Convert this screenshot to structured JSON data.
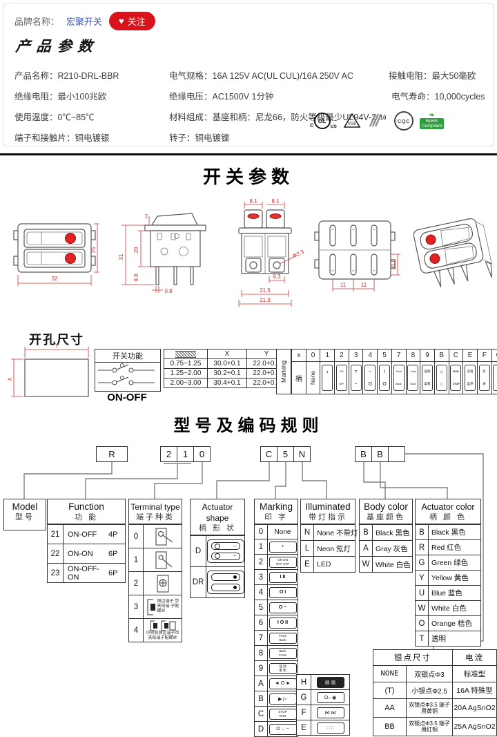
{
  "brand_bar": {
    "label": "品牌名称：",
    "brand": "宏聚开关",
    "heart_icon": "♥",
    "follow_label": "关注"
  },
  "product_params": {
    "title": "产品参数",
    "name_label": "产品名称：",
    "name_value": "R210-DRL-BBR",
    "elec_label": "电气规格：",
    "elec_value": "16A  125V  AC(UL CUL)/16A 250V  AC",
    "contact_label": "接触电阻：",
    "contact_value": "最大50毫欧",
    "ins_res_label": "绝缘电阻：",
    "ins_res_value": "最小100兆欧",
    "ins_volt_label": "绝缘电压：",
    "ins_volt_value": "AC1500V 1分钟",
    "life_label": "电气寿命：",
    "life_value": "10,000cycles",
    "temp_label": "使用温度：",
    "temp_value": "0℃~85℃",
    "material_label": "材料组成：",
    "material_value": "基座和柄：尼龙66，防火等级最少UL94V-2",
    "terminal_label": "端子和接触片：",
    "terminal_value": "铜电镀银",
    "rotor_label": "转子：",
    "rotor_value": "铜电镀镍",
    "certs": {
      "ul_c": "c",
      "ul": "UL",
      "ul_us": "us",
      "vde": "VDE",
      "ek": "10",
      "cqc": "CQC",
      "rohs": "RoHS",
      "rohs_sub": "Compliant",
      "leaf_icon": "❧"
    }
  },
  "switch_section": {
    "title": "开关参数",
    "front_view": {
      "dim_width": "32",
      "dim_height": "25"
    },
    "side_view": {
      "dim_top": "2",
      "dim_body": "20",
      "dim_total": "31",
      "dim_pin": "9.8",
      "dim_foot": "0.8"
    },
    "front2_view": {
      "dim_l": "8.1",
      "dim_r": "8.1",
      "dim_hole": "Φ2.3",
      "dim_c": "6.3",
      "dim_w1": "21.5",
      "dim_w2": "21.9"
    },
    "bottom_view": {
      "dim_1": "11",
      "dim_2": "11",
      "dim_h": "10.8"
    }
  },
  "hole_section": {
    "title": "开孔尺寸",
    "dim_x": "X",
    "dim_y": "Y",
    "function_box": {
      "title": "开关功能",
      "label": "ON-OFF"
    },
    "xy_table": {
      "head_x": "X",
      "head_y": "Y",
      "rows": [
        [
          "0.75~1.25",
          "30.0+0.1",
          "22.0+0.1"
        ],
        [
          "1.25~2.00",
          "30.2+0.1",
          "22.0+0.1"
        ],
        [
          "2.00~3.00",
          "30.4+0.1",
          "22.0+0.1"
        ]
      ]
    },
    "marking_label": "Marking",
    "marking_table": {
      "cols": [
        {
          "head": "x",
          "text": "柄"
        },
        {
          "head": "0",
          "text": "None"
        },
        {
          "head": "1",
          "top": "•",
          "bottom": ""
        },
        {
          "head": "2",
          "top": "ON",
          "bottom": "OFF"
        },
        {
          "head": "3",
          "top": "=",
          "bottom": "−"
        },
        {
          "head": "4",
          "top": "−",
          "bottom": "O"
        },
        {
          "head": "5",
          "top": "I",
          "bottom": "O"
        },
        {
          "head": "7",
          "top": "Front",
          "bottom": "Back"
        },
        {
          "head": "8",
          "top": "Front",
          "bottom": "Back"
        },
        {
          "head": "9",
          "top": "强劲",
          "bottom": "柔和"
        },
        {
          "head": "B",
          "top": "⌂",
          "bottom": "⌂"
        },
        {
          "head": "C",
          "top": "RUN",
          "bottom": "STOP"
        },
        {
          "head": "E",
          "top": "充电",
          "bottom": "蓝牙"
        },
        {
          "head": "F",
          "top": "开",
          "bottom": "关"
        },
        {
          "head": "G",
          "top": "◉",
          "bottom": "Ó"
        }
      ]
    }
  },
  "coding": {
    "title": "型号及编码规则",
    "code_boxes": {
      "b1": [
        "R"
      ],
      "b2": [
        "2",
        "1",
        "0"
      ],
      "b3": [
        "C",
        "5",
        "N"
      ],
      "b4": [
        "B",
        "B",
        ""
      ]
    },
    "model": {
      "en": "Model",
      "cn": "型号"
    },
    "function": {
      "en": "Function",
      "cn": "功 能",
      "rows": [
        {
          "code": "21",
          "name": "ON-OFF",
          "poles": "4P"
        },
        {
          "code": "22",
          "name": "ON-ON",
          "poles": "6P"
        },
        {
          "code": "23",
          "name": "ON-OFF-ON",
          "poles": "6P"
        }
      ]
    },
    "terminal": {
      "en": "Terminal type",
      "cn": "端子种类",
      "rows": [
        {
          "code": "0",
          "note": ""
        },
        {
          "code": "1",
          "note": ""
        },
        {
          "code": "2",
          "note": ""
        },
        {
          "code": "3",
          "note": "侧边端子 带夹线端 子配螺丝"
        },
        {
          "code": "4",
          "note": "中间和侧边端子带 夹线端子配螺丝"
        }
      ]
    },
    "shape": {
      "en": "Actuator shape",
      "cn": "柄 形 状",
      "rows": [
        {
          "code": "D"
        },
        {
          "code": "DR"
        }
      ]
    },
    "marking": {
      "en": "Marking",
      "cn": "印 字",
      "rows": [
        {
          "code": "0",
          "a": "None",
          "b": ""
        },
        {
          "code": "1",
          "a": "•",
          "b": ""
        },
        {
          "code": "2",
          "a": "ON ON",
          "b": "OFF OFF"
        },
        {
          "code": "3",
          "a": "I  II",
          "b": ""
        },
        {
          "code": "4",
          "a": "O  I",
          "b": ""
        },
        {
          "code": "5",
          "a": "O −",
          "b": ""
        },
        {
          "code": "6",
          "a": "I O II",
          "b": ""
        },
        {
          "code": "7",
          "a": "Front",
          "b": "Back"
        },
        {
          "code": "8",
          "a": "Back",
          "b": "Front"
        },
        {
          "code": "9",
          "a": "强 劲",
          "b": "柔 和"
        },
        {
          "code": "A",
          "a": "◄ O ►",
          "b": ""
        },
        {
          "code": "B",
          "a": "▶ ▷",
          "b": ""
        },
        {
          "code": "C",
          "a": "STOP",
          "b": "RUN"
        },
        {
          "code": "D",
          "a": "O ←−",
          "b": ""
        }
      ],
      "extra_rows": [
        {
          "code": "H",
          "a": "▤ ▥"
        },
        {
          "code": "G",
          "a": "O– ◉"
        },
        {
          "code": "F",
          "a": "⋈ ⋈"
        },
        {
          "code": "E",
          "a": "∷ ∷"
        }
      ]
    },
    "illuminated": {
      "en": "Illuminated",
      "cn": "带灯指示",
      "rows": [
        {
          "code": "N",
          "name": "None 不带灯"
        },
        {
          "code": "L",
          "name": "Neon 氖灯"
        },
        {
          "code": "E",
          "name": "LED"
        }
      ]
    },
    "body_color": {
      "en": "Body color",
      "cn": "基座颜色",
      "rows": [
        {
          "code": "B",
          "name": "Black 黑色"
        },
        {
          "code": "A",
          "name": "Gray 灰色"
        },
        {
          "code": "W",
          "name": "White 白色"
        }
      ]
    },
    "actuator_color": {
      "en": "Actuator color",
      "cn": "柄 颜 色",
      "rows": [
        {
          "code": "B",
          "name": "Black 黑色"
        },
        {
          "code": "R",
          "name": "Red  红色"
        },
        {
          "code": "G",
          "name": "Green 绿色"
        },
        {
          "code": "Y",
          "name": "Yellow 黄色"
        },
        {
          "code": "U",
          "name": "Blue 蓝色"
        },
        {
          "code": "W",
          "name": "White 白色"
        },
        {
          "code": "O",
          "name": "Orange 桔色"
        },
        {
          "code": "T",
          "name": "透明"
        }
      ]
    },
    "silver_table": {
      "h1": "银点尺寸",
      "h2": "电流",
      "rows": [
        {
          "code": "NONE",
          "desc": "双银点Φ3",
          "current": "标准型",
          "small": false
        },
        {
          "code": "(T)",
          "desc": "小银点Φ2.5",
          "current": "16A 特殊型",
          "small": false
        },
        {
          "code": "AA",
          "desc": "双银点Φ3.5 端子用黄铜",
          "current": "20A AgSnO2",
          "small": true
        },
        {
          "code": "BB",
          "desc": "双银点Φ3.5 端子用红铜",
          "current": "25A AgSnO2",
          "small": true
        }
      ]
    }
  }
}
